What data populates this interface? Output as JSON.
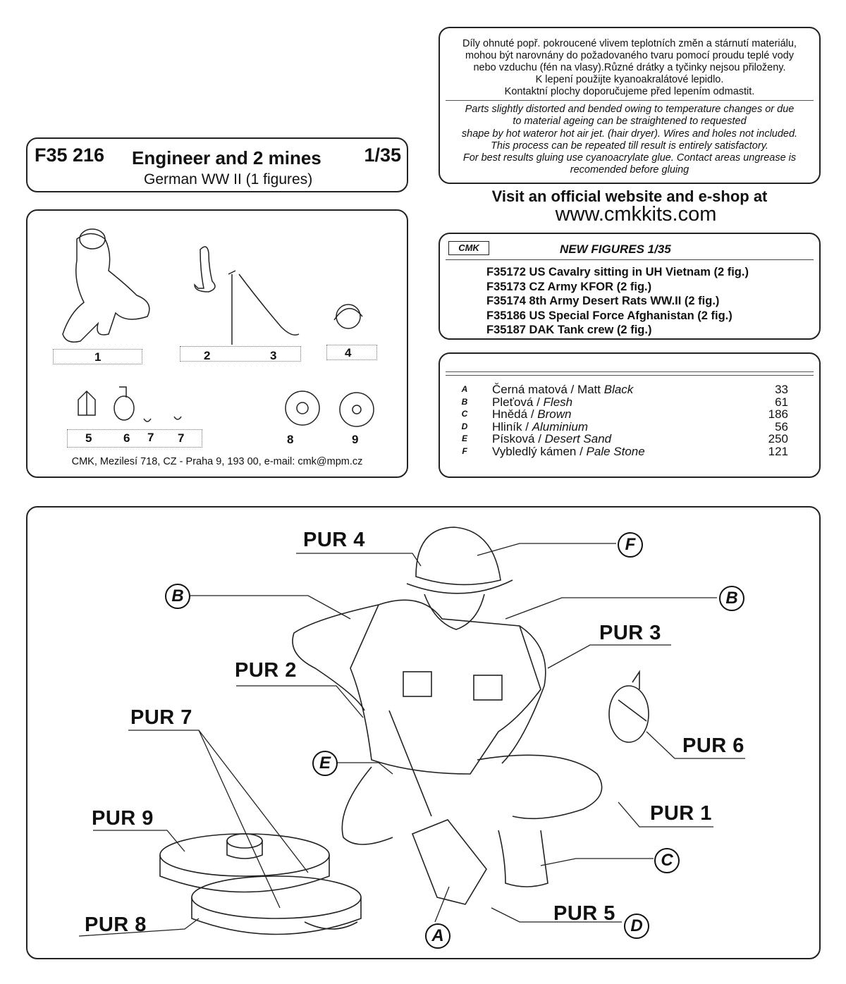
{
  "notice": {
    "cz": [
      "Díly ohnuté popř. pokroucené vlivem teplotních změn a stárnutí materiálu,",
      "mohou být narovnány do požadovaného tvaru pomocí proudu teplé vody",
      "nebo vzduchu (fén na vlasy).Různé drátky a tyčinky nejsou přiloženy.",
      "K lepení použijte kyanoakralátové lepidlo.",
      "Kontaktní plochy doporučujeme před lepením odmastit."
    ],
    "en": [
      "Parts slightly distorted and bended owing to temperature changes or due",
      "to material ageing can be straightened to requested",
      "shape by hot wateror hot  air jet.  (hair dryer). Wires and holes not included.",
      "This process can be repeated till result is entirely satisfactory.",
      "For best results gluing use cyanoacrylate glue. Contact areas ungrease is",
      "recomended before gluing"
    ]
  },
  "title": {
    "code": "F35 216",
    "name": "Engineer and 2 mines",
    "scale": "1/35",
    "subtitle": "German WW II (1 figures)"
  },
  "website": {
    "line1": "Visit an official website and e-shop at",
    "url": "www.cmkkits.com"
  },
  "parts": {
    "numbers": [
      "1",
      "2",
      "3",
      "4",
      "5",
      "6",
      "7",
      "7",
      "8",
      "9"
    ],
    "address": "CMK, Mezilesí 718, CZ - Praha 9, 193 00, e-mail: cmk@mpm.cz"
  },
  "new_figures": {
    "logo": "CMK",
    "header": "NEW FIGURES  1/35",
    "items": [
      "F35172 US Cavalry sitting in UH Vietnam (2 fig.)",
      "F35173 CZ Army KFOR (2 fig.)",
      "F35174 8th Army Desert Rats WW.II (2 fig.)",
      "F35186 US Special Force Afghanistan (2 fig.)",
      "F35187 DAK Tank crew (2 fig.)"
    ]
  },
  "paints": [
    {
      "letter": "A",
      "cz": "Černá matová / Matt ",
      "en": "Black",
      "code": "33"
    },
    {
      "letter": "B",
      "cz": "Pleťová / ",
      "en": "Flesh",
      "code": "61"
    },
    {
      "letter": "C",
      "cz": "Hnědá / ",
      "en": "Brown",
      "code": "186"
    },
    {
      "letter": "D",
      "cz": "Hliník / ",
      "en": "Aluminium",
      "code": "56"
    },
    {
      "letter": "E",
      "cz": "Písková / ",
      "en": "Desert Sand",
      "code": "250"
    },
    {
      "letter": "F",
      "cz": "Vybledlý kámen / ",
      "en": "Pale Stone",
      "code": "121"
    }
  ],
  "diagram": {
    "pur": [
      "PUR 4",
      "PUR 3",
      "PUR 2",
      "PUR 7",
      "PUR 6",
      "PUR 1",
      "PUR 9",
      "PUR 5",
      "PUR 8"
    ],
    "paint_callouts": [
      "F",
      "B",
      "B",
      "E",
      "C",
      "D",
      "A"
    ]
  }
}
